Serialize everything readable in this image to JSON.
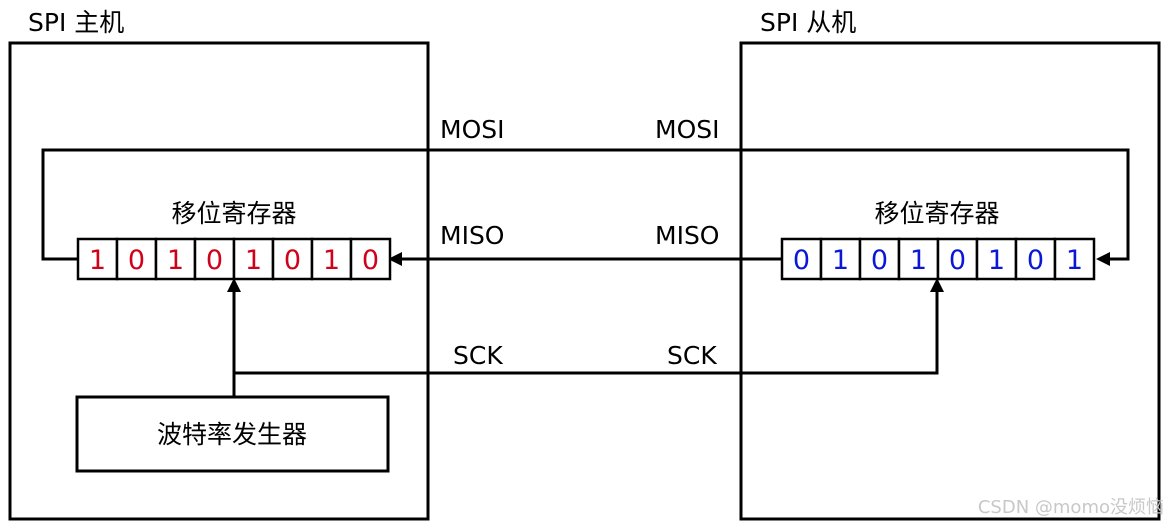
{
  "master": {
    "title": "SPI 主机",
    "register_label": "移位寄存器",
    "bits": [
      "1",
      "0",
      "1",
      "0",
      "1",
      "0",
      "1",
      "0"
    ],
    "bit_color": "#d0021b",
    "baud_generator_label": "波特率发生器"
  },
  "slave": {
    "title": "SPI 从机",
    "register_label": "移位寄存器",
    "bits": [
      "0",
      "1",
      "0",
      "1",
      "0",
      "1",
      "0",
      "1"
    ],
    "bit_color": "#0a17d6"
  },
  "signals": {
    "mosi_master": "MOSI",
    "mosi_slave": "MOSI",
    "miso_master": "MISO",
    "miso_slave": "MISO",
    "sck_master": "SCK",
    "sck_slave": "SCK"
  },
  "watermark": "CSDN @momo没烦恼"
}
